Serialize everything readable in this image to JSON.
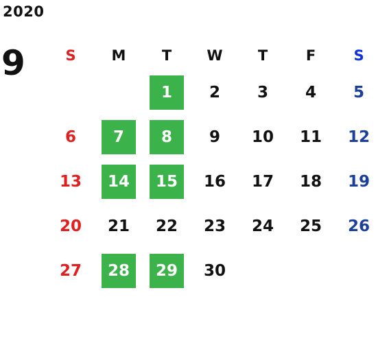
{
  "calendar": {
    "year": "2020",
    "month": "9",
    "weekdays": [
      "S",
      "M",
      "T",
      "W",
      "T",
      "F",
      "S"
    ],
    "weeks": [
      [
        {
          "day": "",
          "hl": false
        },
        {
          "day": "",
          "hl": false
        },
        {
          "day": "1",
          "hl": true
        },
        {
          "day": "2",
          "hl": false
        },
        {
          "day": "3",
          "hl": false
        },
        {
          "day": "4",
          "hl": false
        },
        {
          "day": "5",
          "hl": false
        }
      ],
      [
        {
          "day": "6",
          "hl": false
        },
        {
          "day": "7",
          "hl": true
        },
        {
          "day": "8",
          "hl": true
        },
        {
          "day": "9",
          "hl": false
        },
        {
          "day": "10",
          "hl": false
        },
        {
          "day": "11",
          "hl": false
        },
        {
          "day": "12",
          "hl": false
        }
      ],
      [
        {
          "day": "13",
          "hl": false
        },
        {
          "day": "14",
          "hl": true
        },
        {
          "day": "15",
          "hl": true
        },
        {
          "day": "16",
          "hl": false
        },
        {
          "day": "17",
          "hl": false
        },
        {
          "day": "18",
          "hl": false
        },
        {
          "day": "19",
          "hl": false
        }
      ],
      [
        {
          "day": "20",
          "hl": false
        },
        {
          "day": "21",
          "hl": false
        },
        {
          "day": "22",
          "hl": false
        },
        {
          "day": "23",
          "hl": false
        },
        {
          "day": "24",
          "hl": false
        },
        {
          "day": "25",
          "hl": false
        },
        {
          "day": "26",
          "hl": false
        }
      ],
      [
        {
          "day": "27",
          "hl": false
        },
        {
          "day": "28",
          "hl": true
        },
        {
          "day": "29",
          "hl": true
        },
        {
          "day": "30",
          "hl": false
        },
        {
          "day": "",
          "hl": false
        },
        {
          "day": "",
          "hl": false
        },
        {
          "day": "",
          "hl": false
        }
      ]
    ]
  },
  "colors": {
    "sunday": "#e02020",
    "saturday": "#1c3f9c",
    "saturday_header": "#1030e0",
    "highlight": "#3bb34a",
    "text": "#111111"
  }
}
